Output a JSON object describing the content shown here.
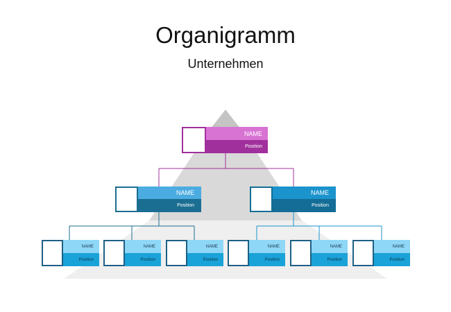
{
  "header": {
    "title": "Organigramm",
    "subtitle": "Unternehmen"
  },
  "colors": {
    "top_name": "#d873d3",
    "top_pos": "#a0309b",
    "top_border": "#a0309b",
    "l2_name": "#4bace1",
    "l2_pos": "#1a6e91",
    "l2_border": "#1a6e91",
    "l2r_name": "#1b93cd",
    "l2r_pos": "#136d96",
    "l3_name": "#8fd7f7",
    "l3_pos": "#1aa3d8",
    "l3_border": "#1d5f85",
    "pyramid_top": "#c4c4c4",
    "pyramid_mid": "#d9d9d9",
    "pyramid_bottom": "#efefef"
  },
  "org": {
    "ceo": {
      "name": "NAME",
      "position": "Position"
    },
    "managers": [
      {
        "name": "NAME",
        "position": "Position"
      },
      {
        "name": "NAME",
        "position": "Position"
      }
    ],
    "staff": [
      {
        "name": "NAME",
        "position": "Position"
      },
      {
        "name": "NAME",
        "position": "Position"
      },
      {
        "name": "NAME",
        "position": "Position"
      },
      {
        "name": "NAME",
        "position": "Position"
      },
      {
        "name": "NAME",
        "position": "Position"
      },
      {
        "name": "NAME",
        "position": "Position"
      }
    ]
  }
}
